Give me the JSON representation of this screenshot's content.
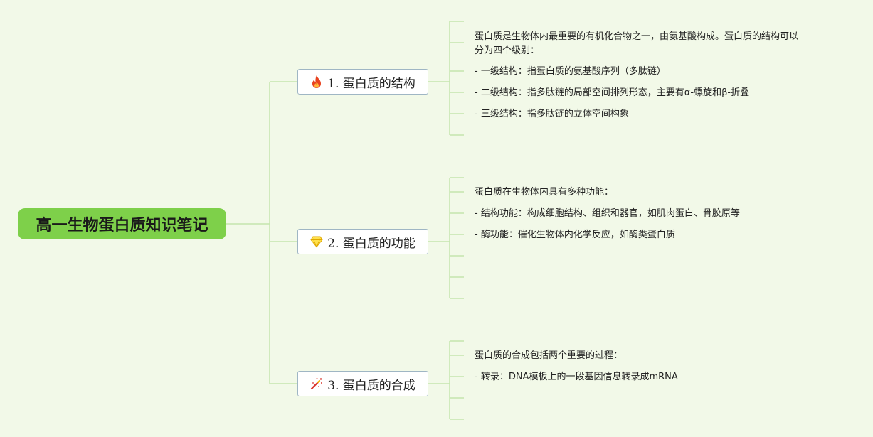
{
  "root": {
    "title": "高一生物蛋白质知识笔记"
  },
  "branches": [
    {
      "label": "1. 蛋白质的结构",
      "icon": "fire-icon",
      "leaves": [
        "蛋白质是生物体内最重要的有机化合物之一，由氨基酸构成。蛋白质的结构可以",
        "分为四个级别：",
        "- 一级结构：指蛋白质的氨基酸序列（多肽链）",
        "- 二级结构：指多肽链的局部空间排列形态，主要有α-螺旋和β-折叠",
        "- 三级结构：指多肽链的立体空间构象"
      ]
    },
    {
      "label": "2. 蛋白质的功能",
      "icon": "gem-icon",
      "leaves": [
        "蛋白质在生物体内具有多种功能：",
        "- 结构功能：构成细胞结构、组织和器官，如肌肉蛋白、骨胶原等",
        "- 酶功能：催化生物体内化学反应，如酶类蛋白质"
      ]
    },
    {
      "label": "3. 蛋白质的合成",
      "icon": "magic-wand-icon",
      "leaves": [
        "蛋白质的合成包括两个重要的过程：",
        "- 转录：DNA模板上的一段基因信息转录成mRNA"
      ]
    }
  ],
  "colors": {
    "background": "#f2f9e8",
    "root_fill": "#7ed04a",
    "connector": "#c5e6ad",
    "branch_border": "#9fb6c4"
  }
}
